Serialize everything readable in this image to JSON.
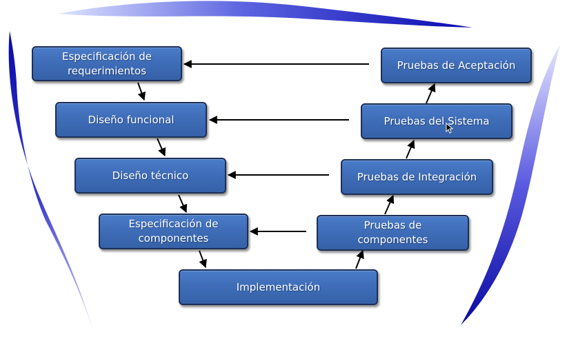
{
  "boxes": {
    "espec_req": "Especificación de requerimientos",
    "diseno_funcional": "Diseño funcional",
    "diseno_tecnico": "Diseño técnico",
    "espec_comp": "Especificación de componentes",
    "implementacion": "Implementación",
    "pruebas_comp": "Pruebas de componentes",
    "pruebas_integracion": "Pruebas de Integración",
    "pruebas_sistema": "Pruebas del Sistema",
    "pruebas_aceptacion": "Pruebas de Aceptación"
  },
  "colors": {
    "box_fill": "#3f6db8",
    "box_border": "#1d2f55",
    "arrow": "#000000",
    "swoosh": "#1a1ab0"
  }
}
